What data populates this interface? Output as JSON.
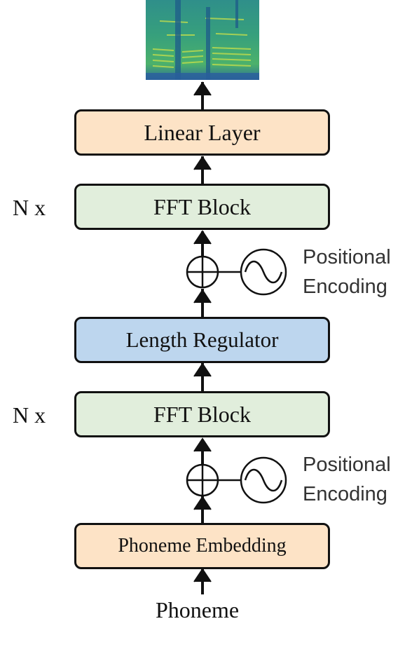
{
  "colors": {
    "embedding_fill": "#fde3c6",
    "fft_fill": "#e1eedc",
    "regulator_fill": "#bdd6ee",
    "linear_fill": "#fde3c6",
    "stroke": "#111111"
  },
  "output": {
    "icon": "mel-spectrogram-icon"
  },
  "blocks": {
    "linear": "Linear Layer",
    "decoder_fft": "FFT Block",
    "length_regulator": "Length Regulator",
    "encoder_fft": "FFT Block",
    "embedding": "Phoneme Embedding"
  },
  "repeat": {
    "decoder": "N x",
    "encoder": "N x"
  },
  "positional": {
    "upper": [
      "Positional",
      "Encoding"
    ],
    "lower": [
      "Positional",
      "Encoding"
    ]
  },
  "input_label": "Phoneme"
}
